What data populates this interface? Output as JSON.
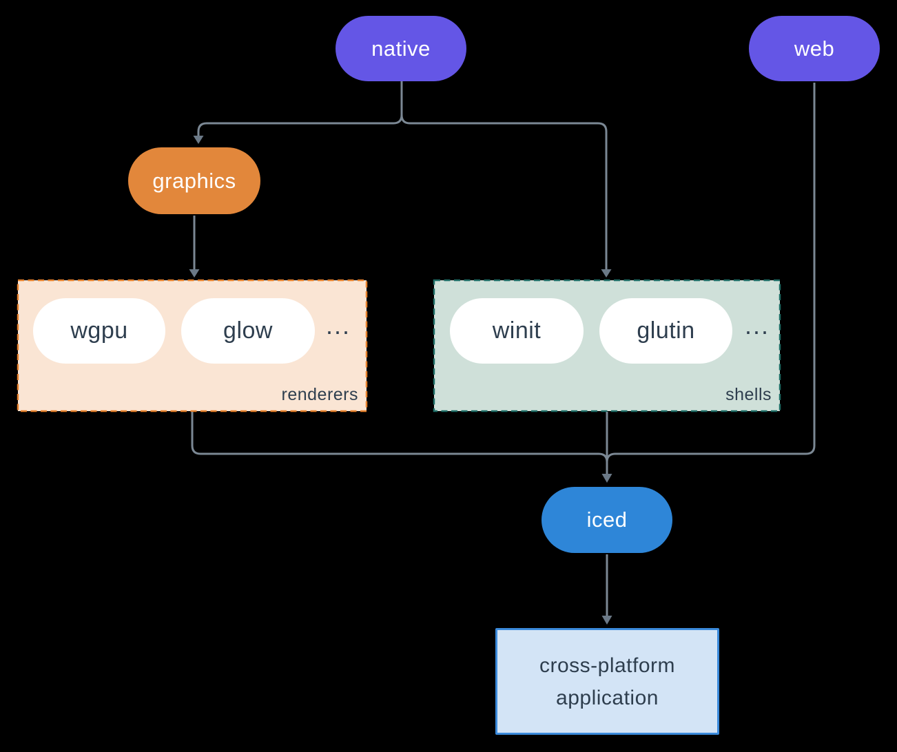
{
  "nodes": {
    "native": "native",
    "web": "web",
    "graphics": "graphics",
    "iced": "iced"
  },
  "groups": {
    "renderers": {
      "label": "renderers",
      "items": [
        "wgpu",
        "glow"
      ],
      "more": "..."
    },
    "shells": {
      "label": "shells",
      "items": [
        "winit",
        "glutin"
      ],
      "more": "..."
    }
  },
  "app": {
    "lines": [
      "cross-platform",
      "application"
    ]
  },
  "colors": {
    "background": "#000000",
    "node_purple": "#6456e6",
    "node_orange": "#e2873b",
    "node_blue": "#2e86d8",
    "pill_text": "#ffffff",
    "group_orange_border": "#e8822c",
    "group_orange_bg": "#fae5d4",
    "group_teal_border": "#1f6f68",
    "group_teal_bg": "#cfe0d9",
    "item_bg": "#ffffff",
    "ink": "#2e3e4e",
    "line": "#7b8894",
    "arrow": "#6b7987",
    "app_bg": "#d3e4f6",
    "app_border": "#3b8adb"
  }
}
